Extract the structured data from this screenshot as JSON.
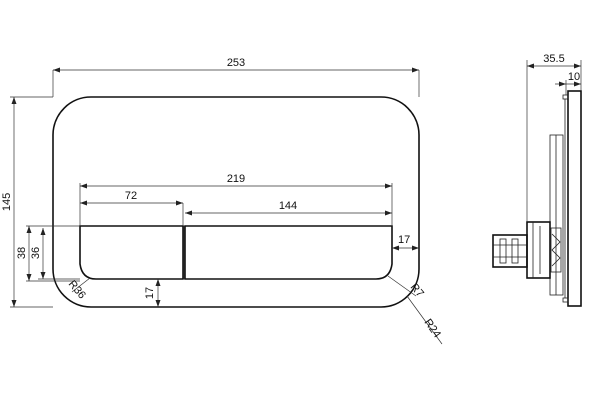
{
  "dimensions": {
    "overall_width": "253",
    "overall_height": "145",
    "buttons_width": "219",
    "small_button_width": "72",
    "large_button_width": "144",
    "button_height_outer": "38",
    "button_height_inner": "36",
    "bottom_offset": "17",
    "right_offset": "17",
    "corner_radius_left": "R36",
    "corner_radius_right_small": "R7",
    "corner_radius_right_large": "R24",
    "side_depth": "35.5",
    "side_plate_thickness": "10"
  }
}
